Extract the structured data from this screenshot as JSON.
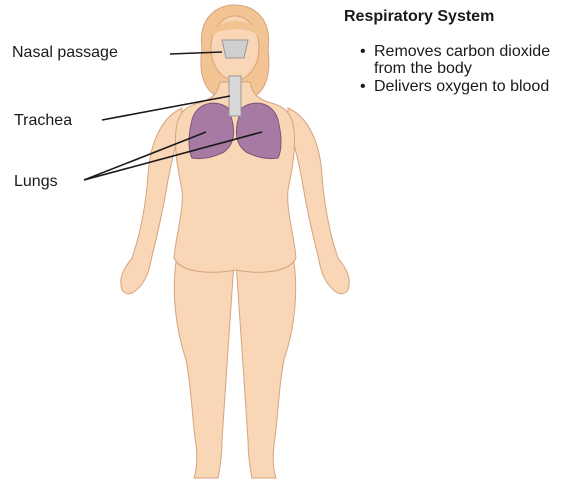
{
  "labels": {
    "nasal_passage": "Nasal passage",
    "trachea": "Trachea",
    "lungs": "Lungs"
  },
  "panel": {
    "title": "Respiratory System",
    "bullets": [
      "Removes carbon dioxide from the body",
      "Delivers oxygen to blood"
    ]
  },
  "colors": {
    "skin": "#f9d6b5",
    "skin_outline": "#d7a37e",
    "hair": "#f2c494",
    "lungs": "#a77aa3",
    "trachea": "#d8d8d8",
    "leader_lines": "#1a1a1a"
  }
}
